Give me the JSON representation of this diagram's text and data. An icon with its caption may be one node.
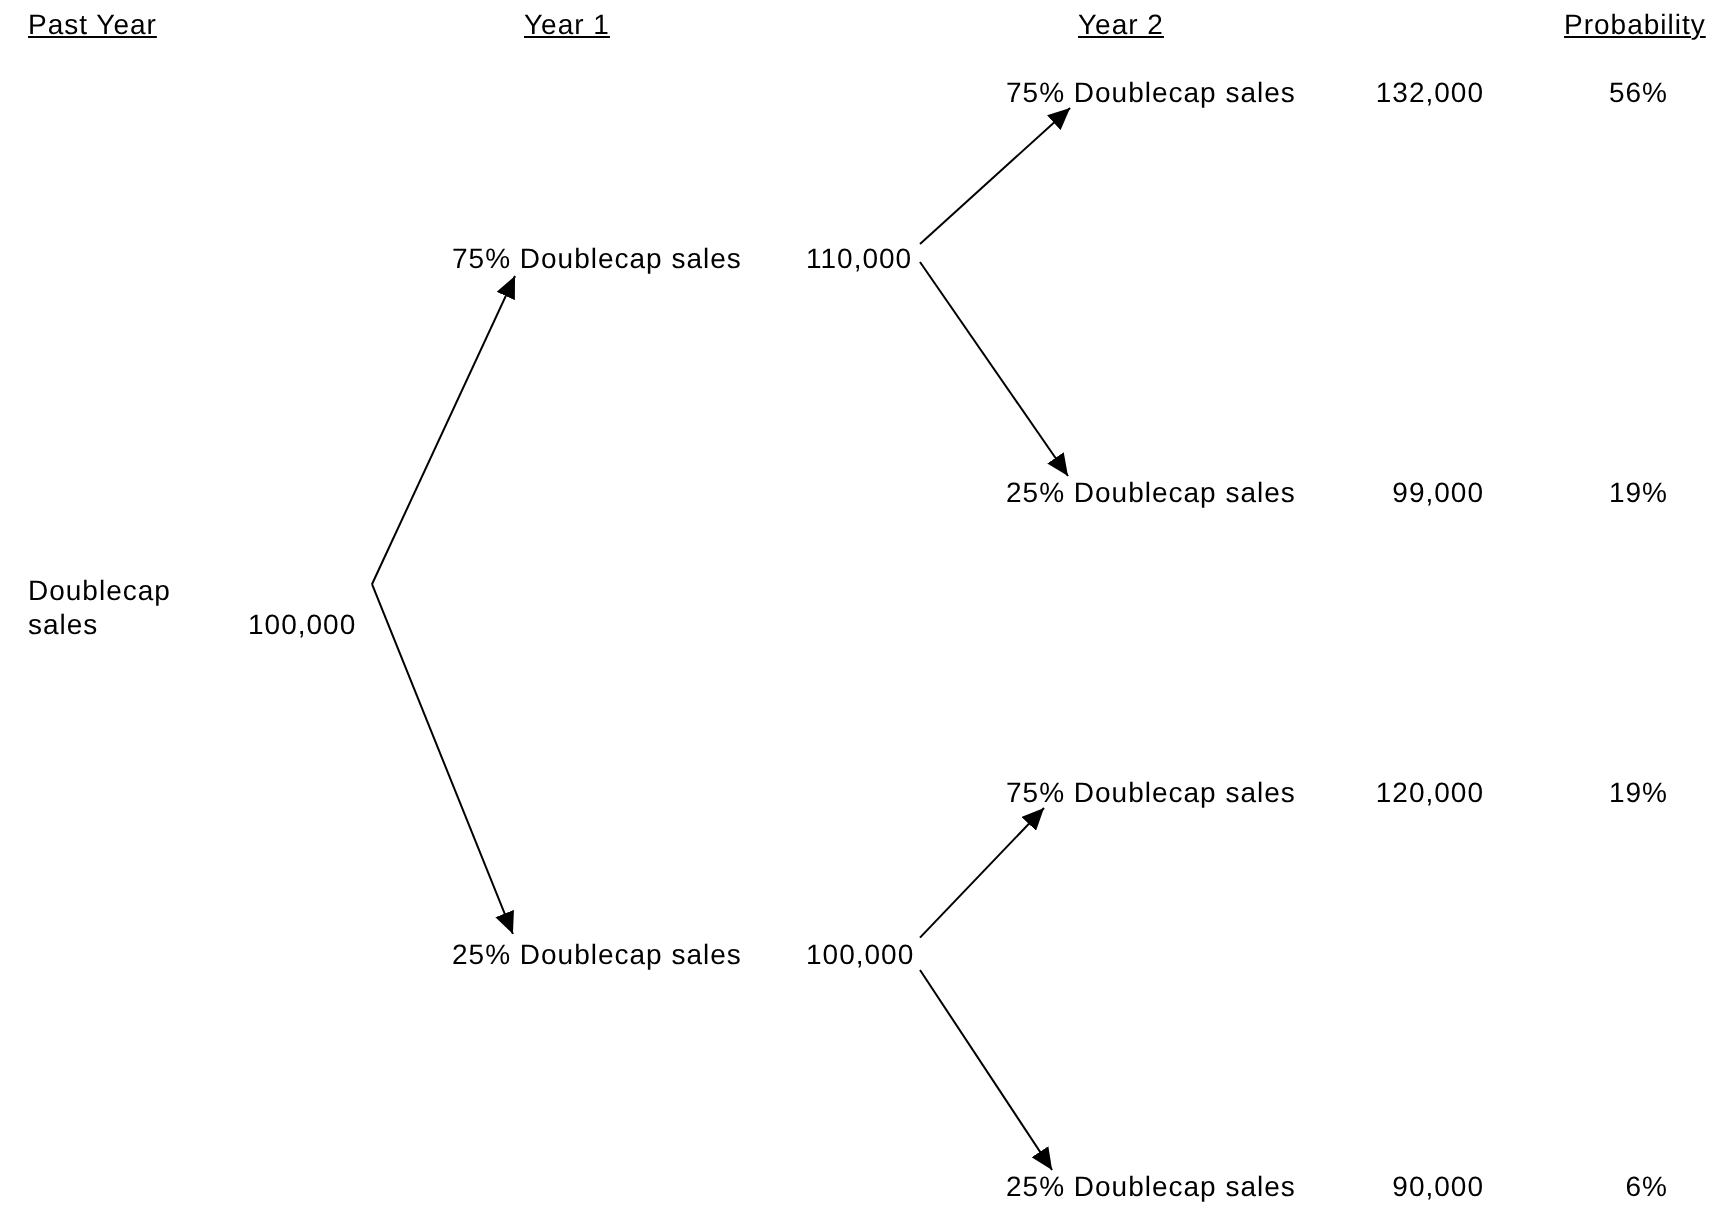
{
  "diagram": {
    "nodes": [
      {
        "text": [
          "Doublecap sales",
          "100,000"
        ]
      },
      {
        "text": [
          "75% Doublecap sales",
          "110,000"
        ]
      },
      {
        "text": [
          "25% Doublecap sales",
          "100,000"
        ]
      },
      {
        "text": [
          "75% Doublecap sales"
        ],
        "beside": [
          "132,000"
        ]
      },
      {
        "text": [
          "25% Doublecap sales"
        ],
        "beside": [
          "99,000"
        ]
      },
      {
        "text": [
          "75% Doublecap sales"
        ],
        "beside": [
          "120,000"
        ]
      },
      {
        "text": [
          "25% Doublecap sales"
        ],
        "beside": [
          "90,000"
        ]
      }
    ],
    "edges": [
      {
        "from": 0,
        "to": 1,
        "arrow": "to"
      },
      {
        "from": 0,
        "to": 2,
        "arrow": "to"
      },
      {
        "from": 1,
        "to": 3,
        "arrow": "to"
      },
      {
        "from": 1,
        "to": 4,
        "arrow": "to"
      },
      {
        "from": 2,
        "to": 5,
        "arrow": "to"
      },
      {
        "from": 2,
        "to": 6,
        "arrow": "to"
      }
    ],
    "labels": [
      "Past Year",
      "Year 1",
      "Year 2",
      "Probability",
      "56%",
      "19%",
      "19%",
      "6%"
    ]
  }
}
